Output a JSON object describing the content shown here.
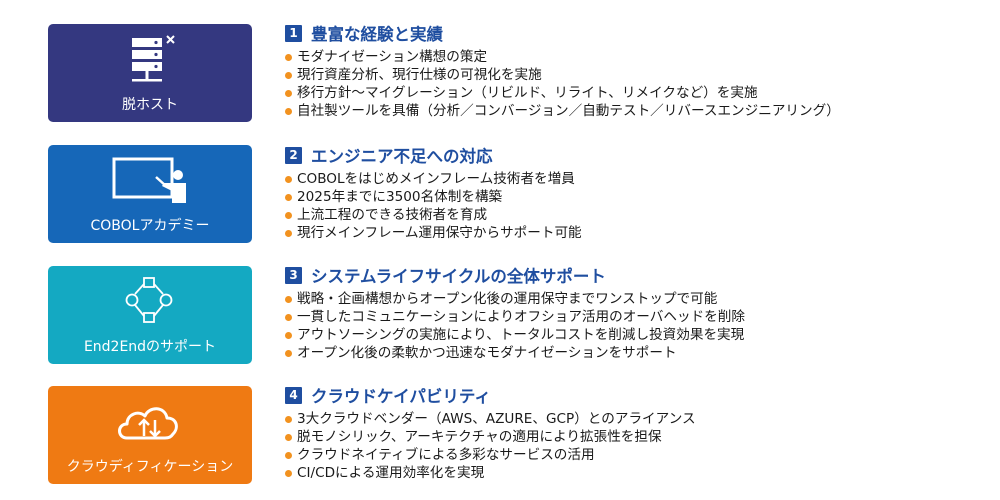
{
  "colors": {
    "card1": "#343880",
    "card2": "#1667b8",
    "card3": "#14a9c2",
    "card4": "#ef7a13",
    "heading": "#1f4ea0",
    "bullet": "#f2921f"
  },
  "cards": [
    {
      "label": "脱ホスト",
      "icon": "server-rack-icon"
    },
    {
      "label": "COBOLアカデミー",
      "icon": "teacher-whiteboard-icon"
    },
    {
      "label": "End2Endのサポート",
      "icon": "cycle-nodes-icon"
    },
    {
      "label": "クラウディフィケーション",
      "icon": "cloud-transfer-icon"
    }
  ],
  "sections": [
    {
      "number": "1",
      "title": "豊富な経験と実績",
      "items": [
        "モダナイゼーション構想の策定",
        "現行資産分析、現行仕様の可視化を実施",
        "移行方針～マイグレーション（リビルド、リライト、リメイクなど）を実施",
        "自社製ツールを具備（分析／コンバージョン／自動テスト／リバースエンジニアリング）"
      ]
    },
    {
      "number": "2",
      "title": "エンジニア不足への対応",
      "items": [
        "COBOLをはじめメインフレーム技術者を増員",
        "2025年までに3500名体制を構築",
        "上流工程のできる技術者を育成",
        "現行メインフレーム運用保守からサポート可能"
      ]
    },
    {
      "number": "3",
      "title": "システムライフサイクルの全体サポート",
      "items": [
        "戦略・企画構想からオープン化後の運用保守までワンストップで可能",
        "一貫したコミュニケーションによりオフショア活用のオーバヘッドを削除",
        "アウトソーシングの実施により、トータルコストを削減し投資効果を実現",
        "オープン化後の柔軟かつ迅速なモダナイゼーションをサポート"
      ]
    },
    {
      "number": "4",
      "title": "クラウドケイパビリティ",
      "items": [
        "3大クラウドベンダー（AWS、AZURE、GCP）とのアライアンス",
        "脱モノシリック、アーキテクチャの適用により拡張性を担保",
        "クラウドネイティブによる多彩なサービスの活用",
        "CI/CDによる運用効率化を実現"
      ]
    }
  ]
}
